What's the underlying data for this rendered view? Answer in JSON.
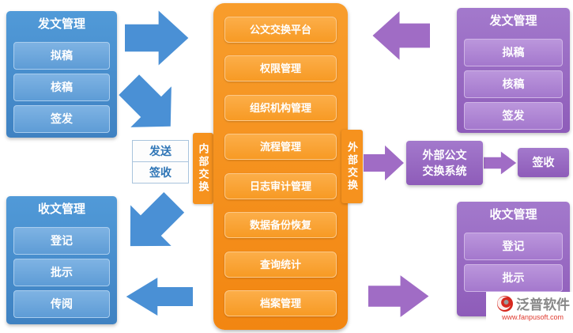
{
  "colors": {
    "blue": "#4a90d0",
    "orange": "#f6921e",
    "purple": "#9b6ec5",
    "arrow_blue": "#4a90d5",
    "arrow_purple": "#a06cc5"
  },
  "left_dispatch": {
    "title": "发文管理",
    "items": [
      "拟稿",
      "核稿",
      "签发"
    ]
  },
  "left_receive": {
    "title": "收文管理",
    "items": [
      "登记",
      "批示",
      "传阅"
    ]
  },
  "exchange": {
    "send": "发送",
    "sign": "签收",
    "internal_tab": "内部交换",
    "external_tab": "外部交换"
  },
  "platform": {
    "nodes": [
      "公文交换平台",
      "权限管理",
      "组织机构管理",
      "流程管理",
      "日志审计管理",
      "数据备份恢复",
      "查询统计",
      "档案管理"
    ]
  },
  "right_dispatch": {
    "title": "发文管理",
    "items": [
      "拟稿",
      "核稿",
      "签发"
    ]
  },
  "external_flow": {
    "system_line1": "外部公文",
    "system_line2": "交换系统",
    "sign": "签收"
  },
  "right_receive": {
    "title": "收文管理",
    "items": [
      "登记",
      "批示"
    ]
  },
  "watermark": {
    "name": "泛普软件",
    "url": "www.fanpusoft.com"
  }
}
